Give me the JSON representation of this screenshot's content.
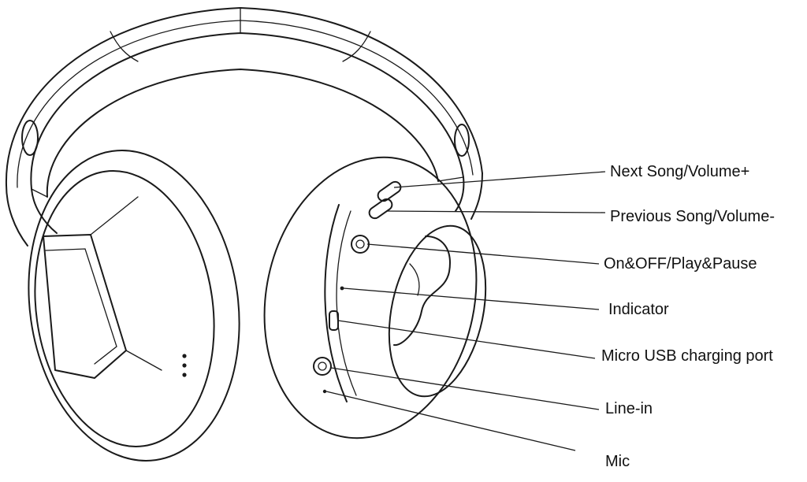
{
  "diagram": {
    "subject": "over-ear headphones",
    "callouts": [
      {
        "id": "next-song-volume-up",
        "text": "Next Song/Volume+"
      },
      {
        "id": "previous-song-volume-down",
        "text": "Previous Song/Volume-"
      },
      {
        "id": "on-off-play-pause",
        "text": "On&OFF/Play&Pause"
      },
      {
        "id": "indicator",
        "text": "Indicator"
      },
      {
        "id": "micro-usb-charging-port",
        "text": "Micro USB charging port"
      },
      {
        "id": "line-in",
        "text": "Line-in"
      },
      {
        "id": "mic",
        "text": "Mic"
      }
    ],
    "colors": {
      "line": "#1a1a1a",
      "background": "#ffffff"
    }
  }
}
